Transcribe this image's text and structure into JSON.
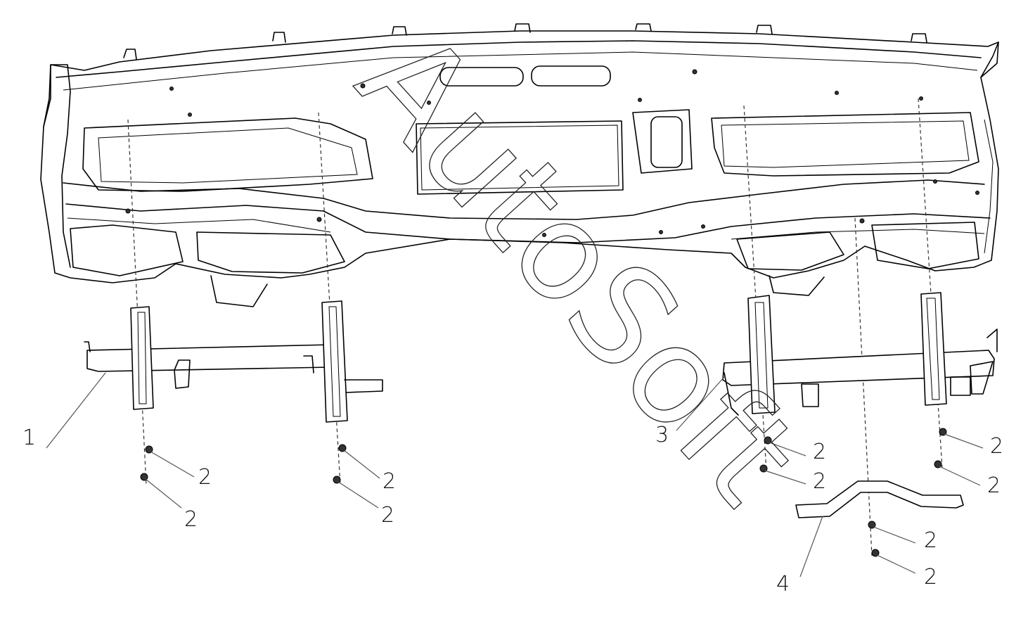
{
  "watermark": "AutoSoft",
  "callouts": [
    {
      "id": "c1",
      "text": "1"
    },
    {
      "id": "c2a",
      "text": "2"
    },
    {
      "id": "c2b",
      "text": "2"
    },
    {
      "id": "c2c",
      "text": "2"
    },
    {
      "id": "c2d",
      "text": "2"
    },
    {
      "id": "c3",
      "text": "3"
    },
    {
      "id": "c2e",
      "text": "2"
    },
    {
      "id": "c2f",
      "text": "2"
    },
    {
      "id": "c2g",
      "text": "2"
    },
    {
      "id": "c2h",
      "text": "2"
    },
    {
      "id": "c4",
      "text": "4"
    },
    {
      "id": "c2i",
      "text": "2"
    },
    {
      "id": "c2j",
      "text": "2"
    }
  ]
}
